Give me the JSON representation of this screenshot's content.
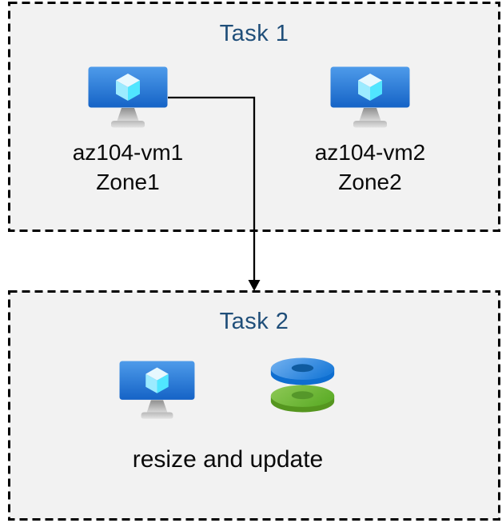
{
  "diagram": {
    "task1": {
      "title": "Task 1",
      "vms": [
        {
          "name": "az104-vm1",
          "zone": "Zone1"
        },
        {
          "name": "az104-vm2",
          "zone": "Zone2"
        }
      ]
    },
    "task2": {
      "title": "Task 2",
      "caption": "resize and update"
    },
    "connector": {
      "from": "az104-vm1",
      "to": "Task 2",
      "style": "elbow-arrow-down"
    },
    "icons": {
      "vm": "virtual-machine",
      "disks": "managed-disks"
    },
    "colors": {
      "title_text": "#1F4E79",
      "label_text": "#0A0A0A",
      "box_fill": "#F2F2F2",
      "box_border": "#000000",
      "arrow": "#000000",
      "vm_screen_blue": "#1563C6",
      "disk_blue": "#1E7CD9",
      "disk_green": "#5FAE2A"
    }
  }
}
